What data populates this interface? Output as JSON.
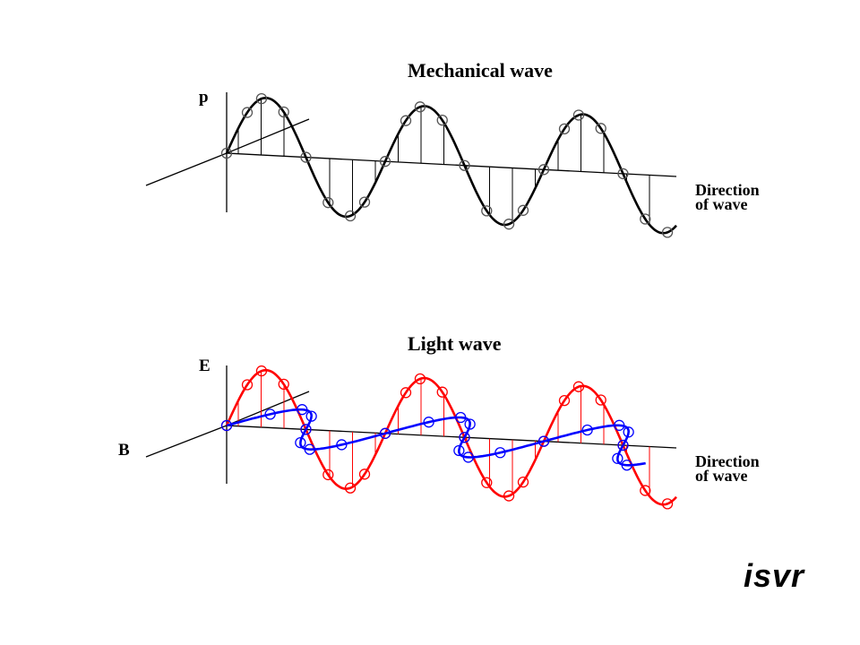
{
  "mechanical": {
    "title": "Mechanical wave",
    "axis_label": "p",
    "direction_line1": "Direction",
    "direction_line2": "of wave"
  },
  "light": {
    "title": "Light wave",
    "e_label": "E",
    "b_label": "B",
    "direction_line1": "Direction",
    "direction_line2": "of wave"
  },
  "logo": "isvr",
  "colors": {
    "mechanical_wave": "#000000",
    "electric_field": "#ff0000",
    "magnetic_field": "#0000ff",
    "axes": "#000000"
  }
}
